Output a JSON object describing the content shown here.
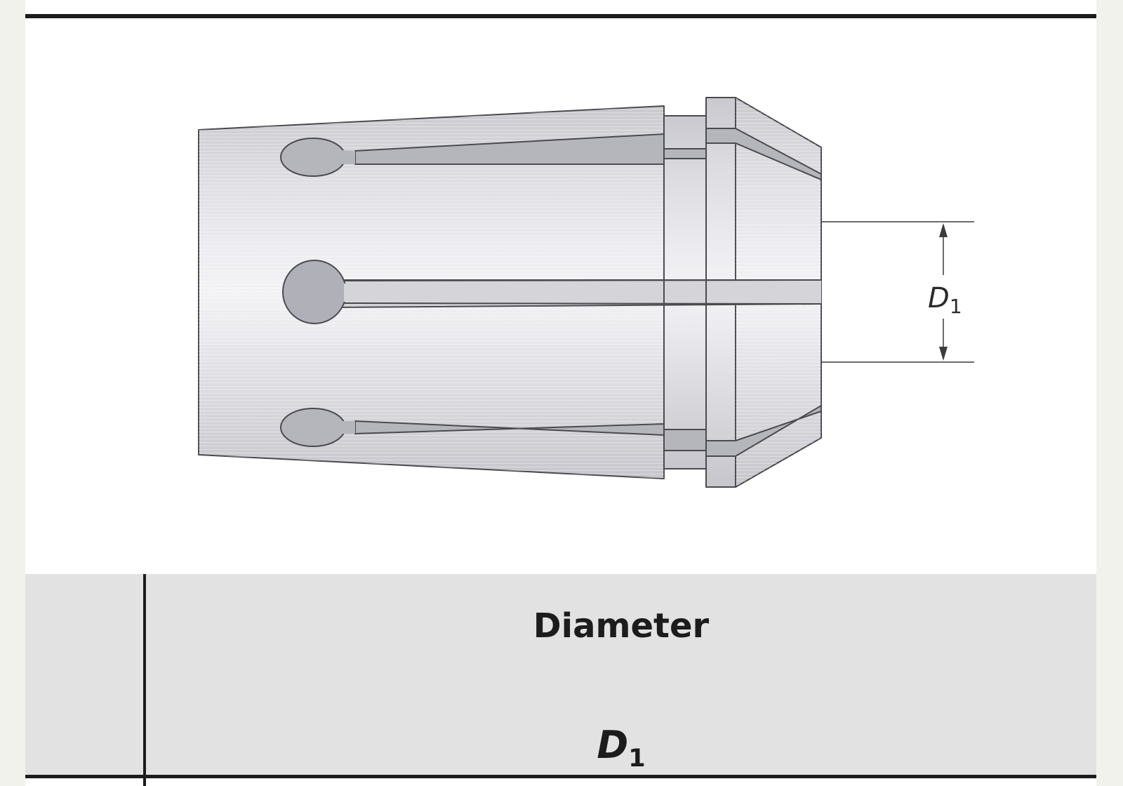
{
  "diagram": {
    "dimension_label": {
      "symbol": "D",
      "subscript": "1"
    }
  },
  "table": {
    "header_title": "Diameter",
    "header_symbol": {
      "symbol": "D",
      "subscript": "1"
    }
  }
}
